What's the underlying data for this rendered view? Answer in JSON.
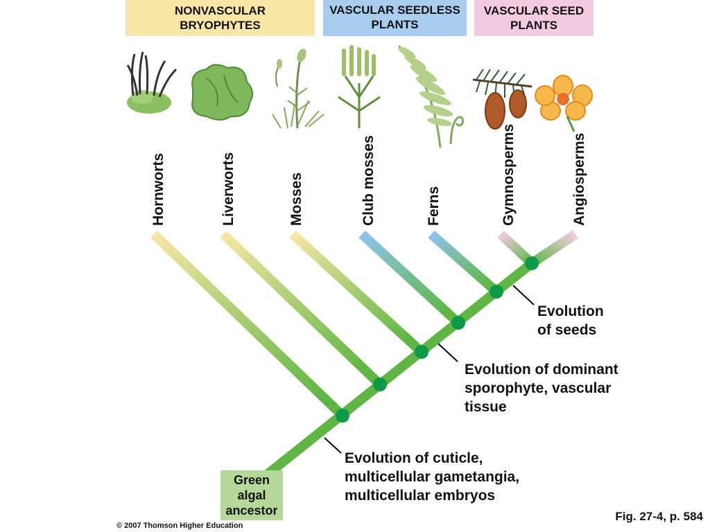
{
  "groups": {
    "nonvascular": "NONVASCULAR\nBRYOPHYTES",
    "seedless": "VASCULAR SEEDLESS\nPLANTS",
    "seed": "VASCULAR SEED\nPLANTS"
  },
  "taxa": [
    "Hornworts",
    "Liverworts",
    "Mosses",
    "Club mosses",
    "Ferns",
    "Gymnosperms",
    "Angiosperms"
  ],
  "annotations": {
    "seeds": "Evolution\nof seeds",
    "vascular": "Evolution of dominant\nsporophyte, vascular\ntissue",
    "cuticle": "Evolution of cuticle,\nmulticellular gametangia,\nmulticellular embryos"
  },
  "ancestor": "Green\nalgal\nancestor",
  "copyright": "© 2007 Thomson Higher Education",
  "figure_ref": "Fig. 27-4, p. 584",
  "colors": {
    "trunk": "#5fb644",
    "node": "#0d9a48",
    "nonvascular_tip": "#f8e6a6",
    "seedless_tip": "#a9cdee",
    "seed_tip": "#f3cbe0"
  }
}
